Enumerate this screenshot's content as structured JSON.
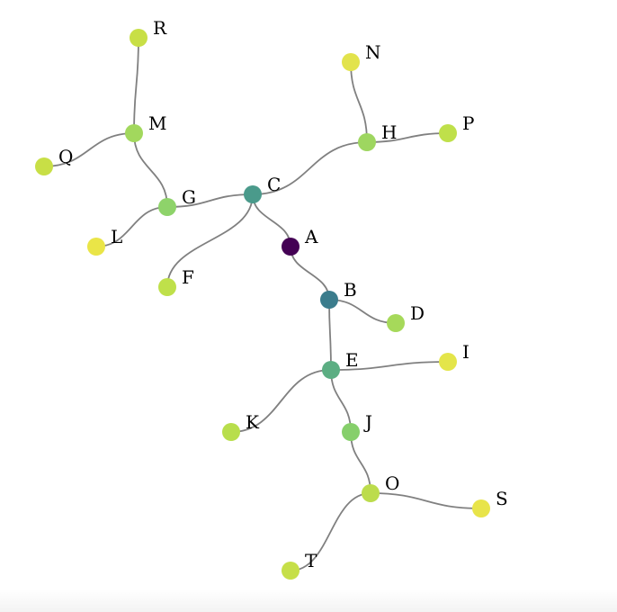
{
  "graph": {
    "nodes": [
      {
        "id": "A",
        "label": "A",
        "color": "#440154"
      },
      {
        "id": "B",
        "label": "B",
        "color": "#3b7c8c"
      },
      {
        "id": "C",
        "label": "C",
        "color": "#4a9a8b"
      },
      {
        "id": "D",
        "label": "D",
        "color": "#a6d95a"
      },
      {
        "id": "E",
        "label": "E",
        "color": "#5cae83"
      },
      {
        "id": "F",
        "label": "F",
        "color": "#bfe04a"
      },
      {
        "id": "G",
        "label": "G",
        "color": "#8ed36a"
      },
      {
        "id": "H",
        "label": "H",
        "color": "#9ed660"
      },
      {
        "id": "I",
        "label": "I",
        "color": "#e4e54a"
      },
      {
        "id": "J",
        "label": "J",
        "color": "#86cf6b"
      },
      {
        "id": "K",
        "label": "K",
        "color": "#b8de4c"
      },
      {
        "id": "L",
        "label": "L",
        "color": "#eae547"
      },
      {
        "id": "M",
        "label": "M",
        "color": "#a2d85d"
      },
      {
        "id": "N",
        "label": "N",
        "color": "#e2e34c"
      },
      {
        "id": "O",
        "label": "O",
        "color": "#bcdc4c"
      },
      {
        "id": "P",
        "label": "P",
        "color": "#bfe04a"
      },
      {
        "id": "Q",
        "label": "Q",
        "color": "#c8df46"
      },
      {
        "id": "R",
        "label": "R",
        "color": "#c8df46"
      },
      {
        "id": "S",
        "label": "S",
        "color": "#e8e44a"
      },
      {
        "id": "T",
        "label": "T",
        "color": "#c6df48"
      }
    ],
    "edges": [
      {
        "source": "A",
        "target": "C"
      },
      {
        "source": "A",
        "target": "B"
      },
      {
        "source": "B",
        "target": "D"
      },
      {
        "source": "B",
        "target": "E"
      },
      {
        "source": "C",
        "target": "F"
      },
      {
        "source": "C",
        "target": "G"
      },
      {
        "source": "C",
        "target": "H"
      },
      {
        "source": "G",
        "target": "L"
      },
      {
        "source": "G",
        "target": "M"
      },
      {
        "source": "M",
        "target": "Q"
      },
      {
        "source": "M",
        "target": "R"
      },
      {
        "source": "H",
        "target": "N"
      },
      {
        "source": "H",
        "target": "P"
      },
      {
        "source": "E",
        "target": "I"
      },
      {
        "source": "E",
        "target": "K"
      },
      {
        "source": "E",
        "target": "J"
      },
      {
        "source": "J",
        "target": "O"
      },
      {
        "source": "O",
        "target": "S"
      },
      {
        "source": "O",
        "target": "T"
      }
    ]
  }
}
